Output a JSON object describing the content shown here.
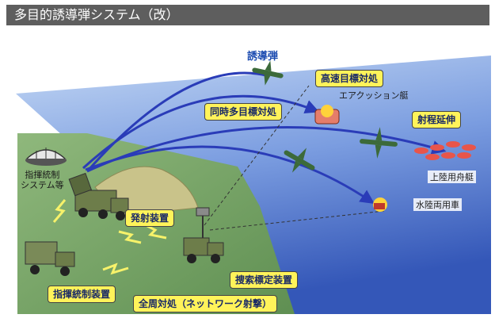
{
  "page": {
    "title": "多目的誘導弾システム（改）"
  },
  "labels": {
    "missile": "誘導弾",
    "high_speed": "高速目標対処",
    "simultaneous": "同時多目標対処",
    "range": "射程延伸",
    "air_cushion": "エアクッション艇",
    "landing_craft": "上陸用舟艇",
    "amphibious": "水陸両用車",
    "command_system_line1": "指揮統制",
    "command_system_line2": "システム等",
    "launcher": "発射装置",
    "command_unit": "指揮統制装置",
    "sensor_unit": "捜索標定装置",
    "all_round": "全周対処（ネットワーク射撃）"
  },
  "colors": {
    "title_bg": "#5e5e5e",
    "tag_bg": "#fff35a",
    "trajectory": "#2a3cb8",
    "land": "#7fa86a",
    "sea_top": "#b8d0f0",
    "sea_bottom": "#3a5fc0",
    "missile_body": "#3c6a3a"
  }
}
